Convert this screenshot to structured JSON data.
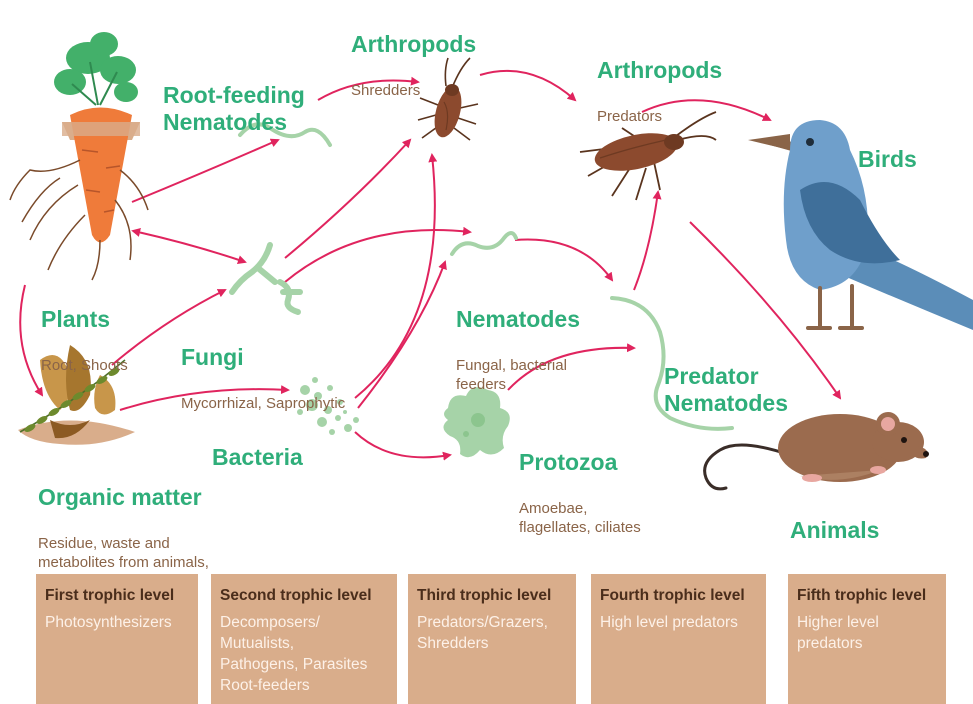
{
  "organisms": {
    "arthropods_shredders": {
      "title": "Arthropods",
      "subtitle": "Shredders"
    },
    "arthropods_predators": {
      "title": "Arthropods",
      "subtitle": "Predators"
    },
    "root_feeding_nematodes": {
      "title": "Root-feeding\nNematodes"
    },
    "birds": {
      "title": "Birds"
    },
    "plants": {
      "title": "Plants",
      "subtitle": "Root, Shoots"
    },
    "fungi": {
      "title": "Fungi",
      "subtitle": "Mycorrhizal, Saprophytic"
    },
    "nematodes": {
      "title": "Nematodes",
      "subtitle": "Fungal, bacterial\nfeeders"
    },
    "predator_nematodes": {
      "title": "Predator\nNematodes"
    },
    "bacteria": {
      "title": "Bacteria"
    },
    "protozoa": {
      "title": "Protozoa",
      "subtitle": "Amoebae,\nflagellates, ciliates"
    },
    "organic_matter": {
      "title": "Organic matter",
      "subtitle": "Residue, waste and\nmetabolites from animals,\nplants and microbes"
    },
    "animals": {
      "title": "Animals"
    }
  },
  "trophic_levels": [
    {
      "title": "First trophic level",
      "description": "Photosynthesizers"
    },
    {
      "title": "Second trophic level",
      "description": "Decomposers/\nMutualists,\nPathogens, Parasites\nRoot-feeders"
    },
    {
      "title": "Third trophic level",
      "description": "Predators/Grazers,\nShredders"
    },
    {
      "title": "Fourth trophic level",
      "description": "High level predators"
    },
    {
      "title": "Fifth trophic level",
      "description": "Higher level\npredators"
    }
  ],
  "colors": {
    "arrow": "#e0245e",
    "label_green": "#2fae7a",
    "label_brown": "#8a6448",
    "box_fill": "#d9ad8b",
    "box_title": "#4a2d1b",
    "box_text": "#fdf1e8",
    "microbe_green": "#a6d3a8"
  }
}
